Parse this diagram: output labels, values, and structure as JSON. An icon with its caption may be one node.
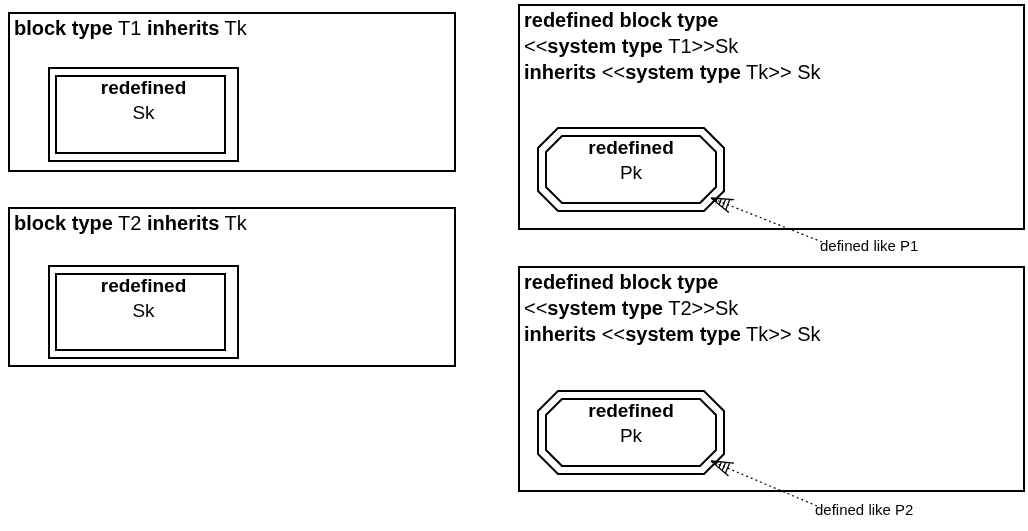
{
  "diagram": {
    "nodes": [
      {
        "text": [
          "**block type** T1 **inherits** Tk"
        ]
      },
      {
        "text": [
          "redefined",
          "Sk"
        ],
        "in": 0
      },
      {
        "text": [
          "**block type** T2 **inherits** Tk"
        ]
      },
      {
        "text": [
          "redefined",
          "Sk"
        ],
        "in": 2
      },
      {
        "text": [
          "redefined block type",
          "<<**system type** T1>>Sk",
          "**inherits** <<**system type** Tk>> Sk"
        ]
      },
      {
        "text": [
          "redefined",
          "Pk"
        ],
        "in": 4
      },
      {
        "text": [
          "defined like P1"
        ]
      },
      {
        "text": [
          "redefined block type",
          "<<**system type** T2>>Sk",
          "**inherits** <<**system type** Tk>> Sk"
        ]
      },
      {
        "text": [
          "redefined",
          "Pk"
        ],
        "in": 7
      },
      {
        "text": [
          "defined like P2"
        ]
      }
    ],
    "edges": [
      {
        "from": 6,
        "to": 5,
        "arrow": "to",
        "style": "dashed"
      },
      {
        "from": 9,
        "to": 8,
        "arrow": "to",
        "style": "dashed"
      }
    ]
  }
}
